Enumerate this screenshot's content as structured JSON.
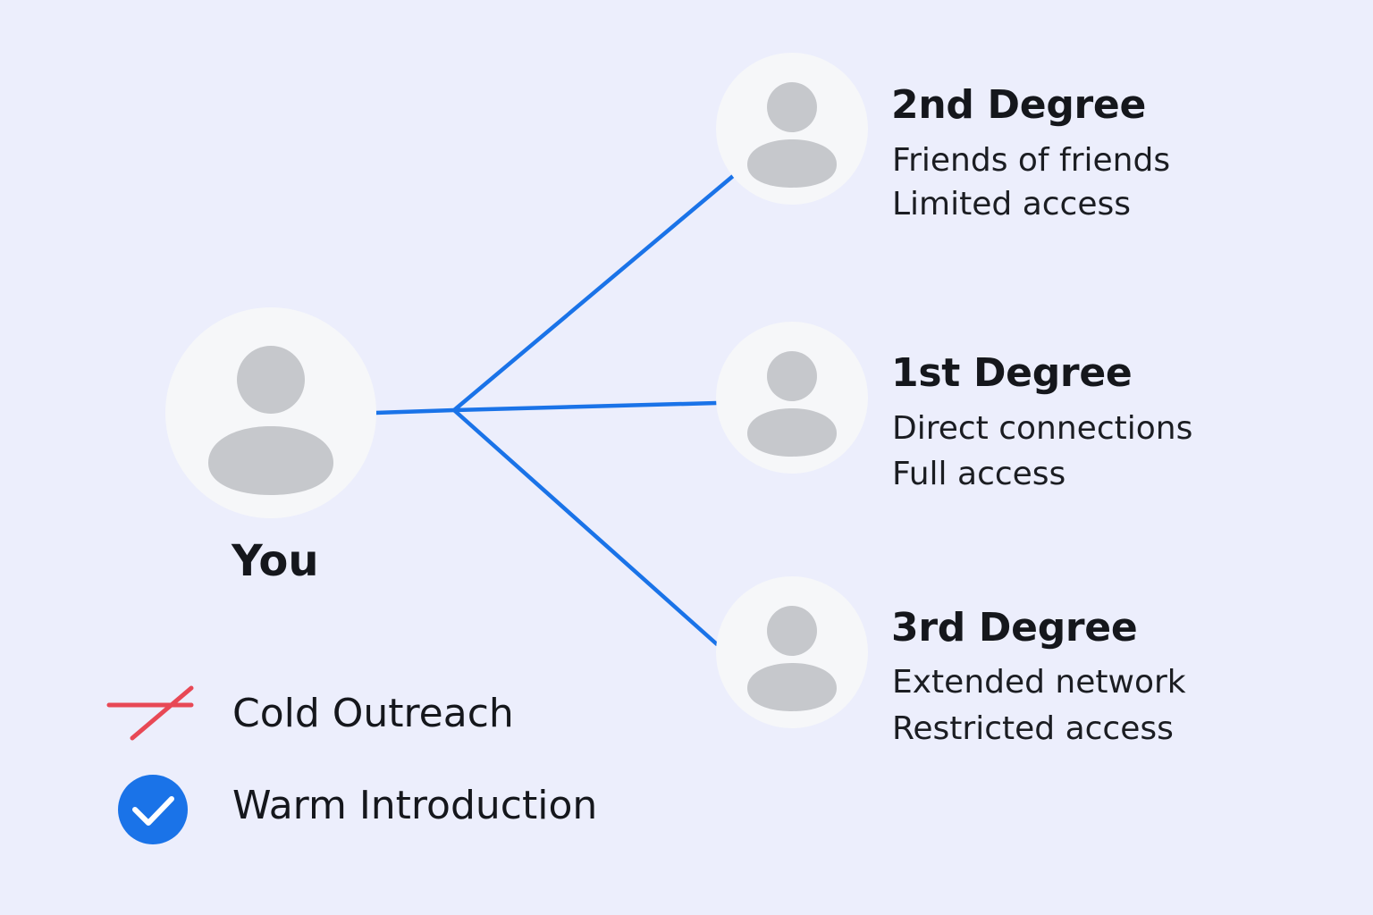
{
  "you": {
    "label": "You"
  },
  "nodes": [
    {
      "key": "second",
      "title": "2nd Degree",
      "line1": "Friends of friends",
      "line2": "Limited access"
    },
    {
      "key": "first",
      "title": "1st Degree",
      "line1": "Direct connections",
      "line2": "Full access"
    },
    {
      "key": "third",
      "title": "3rd Degree",
      "line1": "Extended network",
      "line2": "Restricted access"
    }
  ],
  "legend": {
    "cold": {
      "label": "Cold Outreach",
      "icon": "red-strikethrough-icon",
      "color": "#e84855"
    },
    "warm": {
      "label": "Warm Introduction",
      "icon": "blue-check-icon",
      "color": "#1a73e8"
    }
  },
  "colors": {
    "background": "#eceefc",
    "connector": "#1a73e8",
    "avatar_bg": "#f6f7f9",
    "avatar_figure": "#c6c8cc"
  }
}
